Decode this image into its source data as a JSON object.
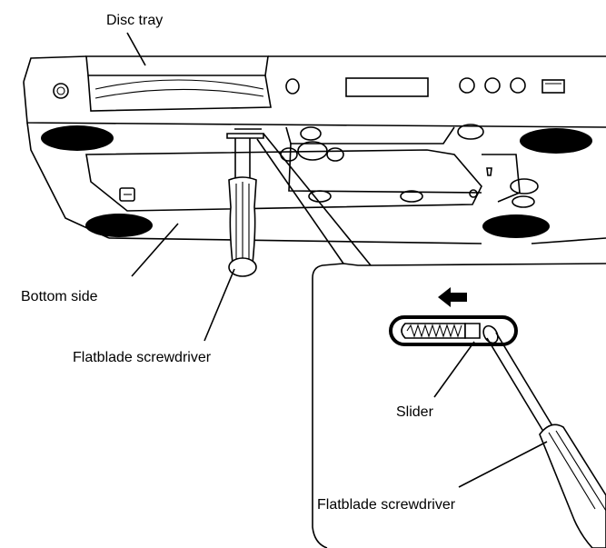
{
  "labels": {
    "disc_tray": "Disc tray",
    "bottom_side": "Bottom side",
    "screwdriver_main": "Flatblade screwdriver",
    "slider": "Slider",
    "screwdriver_detail": "Flatblade screwdriver"
  },
  "icons": [
    "arrow-left-icon"
  ]
}
